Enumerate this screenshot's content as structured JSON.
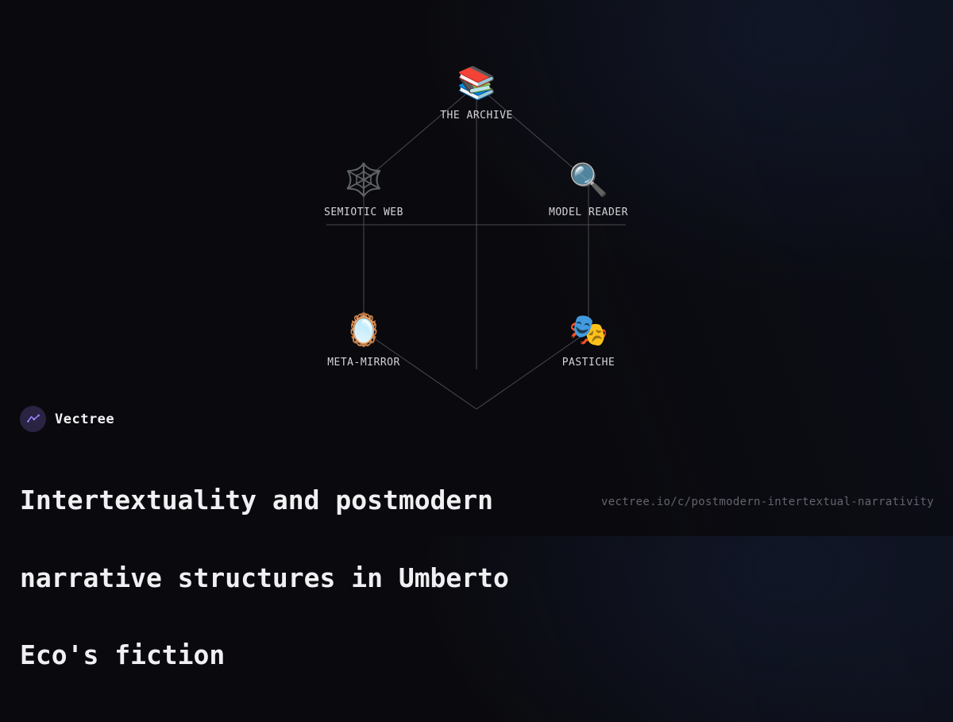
{
  "brand": {
    "name": "Vectree"
  },
  "title_lines": {
    "line1": "Intertextuality and postmodern",
    "line2": "narrative structures in Umberto",
    "line3": "Eco's fiction"
  },
  "title_full": "Intertextuality and postmodern narrative structures in Umberto Eco's fiction",
  "url": "vectree.io/c/postmodern-intertextual-narrativity",
  "graph": {
    "nodes": {
      "archive": {
        "id": "the-archive",
        "label": "THE ARCHIVE",
        "icon": "📚",
        "icon_name": "books-icon"
      },
      "semiotic_web": {
        "id": "semiotic-web",
        "label": "SEMIOTIC WEB",
        "icon": "🕸️",
        "icon_name": "spider-web-icon"
      },
      "model_reader": {
        "id": "model-reader",
        "label": "MODEL READER",
        "icon": "🔍",
        "icon_name": "magnifying-glass-icon"
      },
      "meta_mirror": {
        "id": "meta-mirror",
        "label": "META-MIRROR",
        "icon": "🪞",
        "icon_name": "mirror-icon"
      },
      "pastiche": {
        "id": "pastiche",
        "label": "PASTICHE",
        "icon": "🎭",
        "icon_name": "performing-arts-icon"
      }
    },
    "edges": [
      {
        "from": "the-archive",
        "to": "semiotic-web"
      },
      {
        "from": "the-archive",
        "to": "model-reader"
      },
      {
        "from": "the-archive",
        "to": "bottom-junction"
      },
      {
        "from": "semiotic-web",
        "to": "model-reader"
      },
      {
        "from": "semiotic-web",
        "to": "meta-mirror"
      },
      {
        "from": "model-reader",
        "to": "pastiche"
      },
      {
        "from": "meta-mirror",
        "to": "bottom-junction"
      },
      {
        "from": "pastiche",
        "to": "bottom-junction"
      }
    ]
  },
  "colors": {
    "background": "#0a0a0e",
    "edge": "#54545c",
    "label": "#d3d3d8",
    "title": "#f0f0f3",
    "url": "#63636e",
    "logo_badge": "#2a2342",
    "logo_accent": "#8b7cf6"
  }
}
